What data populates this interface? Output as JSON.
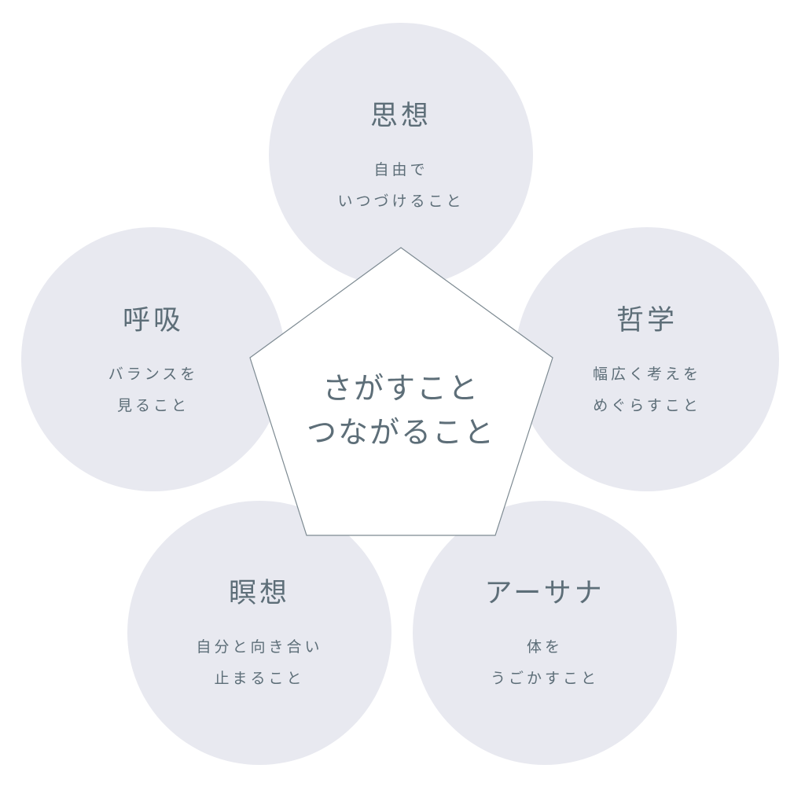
{
  "center": {
    "line1": "さがすこと",
    "line2": "つながること"
  },
  "nodes": [
    {
      "title": "思想",
      "line1": "自由で",
      "line2": "いつづけること"
    },
    {
      "title": "哲学",
      "line1": "幅広く考えを",
      "line2": "めぐらすこと"
    },
    {
      "title": "アーサナ",
      "line1": "体を",
      "line2": "うごかすこと"
    },
    {
      "title": "瞑想",
      "line1": "自分と向き合い",
      "line2": "止まること"
    },
    {
      "title": "呼吸",
      "line1": "バランスを",
      "line2": "見ること"
    }
  ],
  "colors": {
    "circle": "#e8e9f0",
    "text": "#5d6e78",
    "stroke": "#7d8a92"
  }
}
